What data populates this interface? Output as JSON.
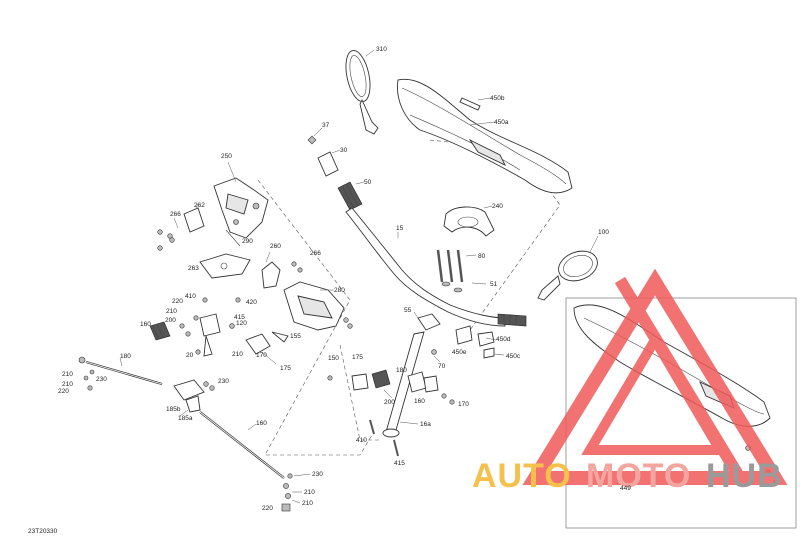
{
  "diagram": {
    "ref_code": "23T20330",
    "labels": {
      "l310": "310",
      "l37": "37",
      "l30": "30",
      "l50": "50",
      "l450b": "450b",
      "l450a": "450a",
      "l240": "240",
      "l100": "100",
      "l250": "250",
      "l262": "262",
      "l266a": "266",
      "l290": "290",
      "l260": "260",
      "l266b": "266",
      "l263": "263",
      "l410a": "410",
      "l420": "420",
      "l220a": "220",
      "l210a": "210",
      "l200a": "200",
      "l160a": "160",
      "l415": "415",
      "l120": "120",
      "l20": "20",
      "l210b": "210",
      "l155": "155",
      "l170a": "170",
      "l175a": "175",
      "l280": "280",
      "l15": "15",
      "l80": "80",
      "l51": "51",
      "l55": "55",
      "l450d": "450d",
      "l450c": "450c",
      "l450e": "450e",
      "l70": "70",
      "l150": "150",
      "l175b": "175",
      "l180a": "180",
      "l200b": "200",
      "l160b": "160",
      "l170b": "170",
      "l410b": "410",
      "l16a": "16a",
      "l415b": "415",
      "l180b": "180",
      "l210c": "210",
      "l210d": "210",
      "l220b": "220",
      "l230a": "230",
      "l230b": "230",
      "l185b": "185b",
      "l185a": "185a",
      "l160c": "160",
      "l230c": "230",
      "l210e": "210",
      "l210f": "210",
      "l220c": "220",
      "l449": "449"
    }
  },
  "watermark": {
    "text_a": "AUTO",
    "text_b": "MOTO",
    "text_c": "HUB",
    "color_a": "#f6c04c",
    "color_b": "#f3a6a0",
    "color_c": "#9a9a9a",
    "triangle_color": "#f05a5a"
  }
}
